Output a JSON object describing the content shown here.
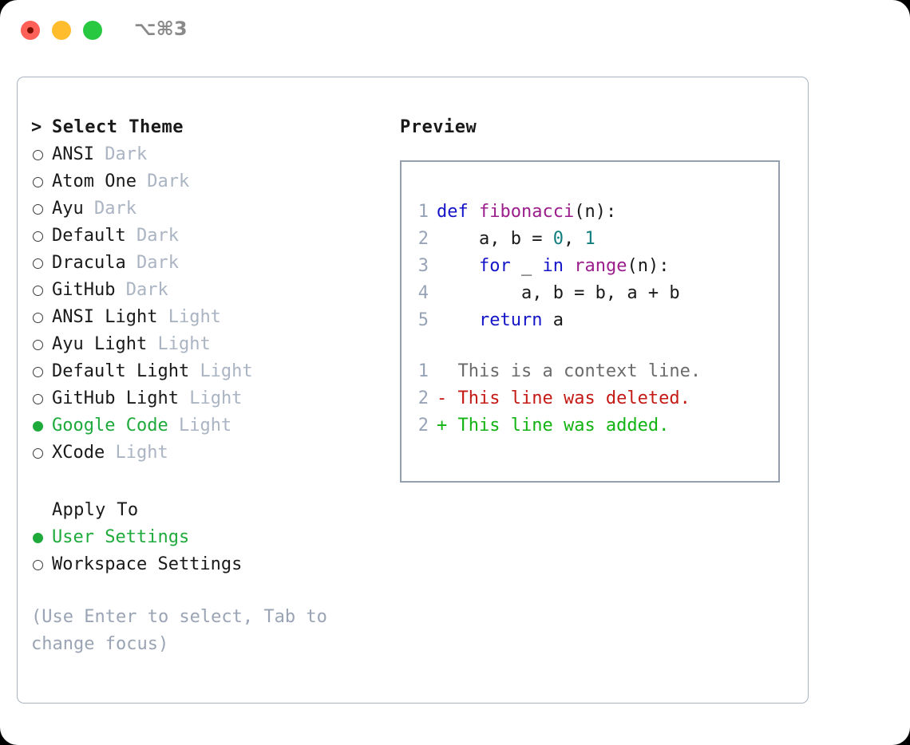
{
  "titlebar": {
    "shortcut": "⌥⌘3",
    "buttons": [
      {
        "name": "close",
        "color": "#ff6058"
      },
      {
        "name": "minimize",
        "color": "#ffbd2e"
      },
      {
        "name": "maximize",
        "color": "#28c840"
      }
    ]
  },
  "theme_picker": {
    "prompt_symbol": ">",
    "title": "Select Theme",
    "items": [
      {
        "marker": "○",
        "name": "ANSI",
        "tag": "Dark",
        "selected": false
      },
      {
        "marker": "○",
        "name": "Atom One",
        "tag": "Dark",
        "selected": false
      },
      {
        "marker": "○",
        "name": "Ayu",
        "tag": "Dark",
        "selected": false
      },
      {
        "marker": "○",
        "name": "Default",
        "tag": "Dark",
        "selected": false
      },
      {
        "marker": "○",
        "name": "Dracula",
        "tag": "Dark",
        "selected": false
      },
      {
        "marker": "○",
        "name": "GitHub",
        "tag": "Dark",
        "selected": false
      },
      {
        "marker": "○",
        "name": "ANSI Light",
        "tag": "Light",
        "selected": false
      },
      {
        "marker": "○",
        "name": "Ayu Light",
        "tag": "Light",
        "selected": false
      },
      {
        "marker": "○",
        "name": "Default Light",
        "tag": "Light",
        "selected": false
      },
      {
        "marker": "○",
        "name": "GitHub Light",
        "tag": "Light",
        "selected": false
      },
      {
        "marker": "●",
        "name": "Google Code",
        "tag": "Light",
        "selected": true
      },
      {
        "marker": "○",
        "name": "XCode",
        "tag": "Light",
        "selected": false
      }
    ]
  },
  "apply_to": {
    "title": "Apply To",
    "options": [
      {
        "marker": "●",
        "label": "User Settings",
        "selected": true
      },
      {
        "marker": "○",
        "label": "Workspace Settings",
        "selected": false
      }
    ]
  },
  "hint": "(Use Enter to select, Tab to change focus)",
  "preview": {
    "title": "Preview",
    "code_lines": [
      {
        "num": "1",
        "tokens": [
          {
            "t": "def",
            "c": "kw"
          },
          {
            "t": " ",
            "c": "plain"
          },
          {
            "t": "fibonacci",
            "c": "fn"
          },
          {
            "t": "(n):",
            "c": "plain"
          }
        ]
      },
      {
        "num": "2",
        "tokens": [
          {
            "t": "    a, b = ",
            "c": "plain"
          },
          {
            "t": "0",
            "c": "num"
          },
          {
            "t": ", ",
            "c": "plain"
          },
          {
            "t": "1",
            "c": "num"
          }
        ]
      },
      {
        "num": "3",
        "tokens": [
          {
            "t": "    ",
            "c": "plain"
          },
          {
            "t": "for",
            "c": "kw"
          },
          {
            "t": " _ ",
            "c": "plain"
          },
          {
            "t": "in",
            "c": "kw"
          },
          {
            "t": " ",
            "c": "plain"
          },
          {
            "t": "range",
            "c": "fn"
          },
          {
            "t": "(n):",
            "c": "plain"
          }
        ]
      },
      {
        "num": "4",
        "tokens": [
          {
            "t": "        a, b = b, a + b",
            "c": "plain"
          }
        ]
      },
      {
        "num": "5",
        "tokens": [
          {
            "t": "    ",
            "c": "plain"
          },
          {
            "t": "return",
            "c": "kw"
          },
          {
            "t": " a",
            "c": "plain"
          }
        ]
      }
    ],
    "diff_lines": [
      {
        "num": "1",
        "sign": "  ",
        "text": "This is a context line.",
        "kind": "ctx"
      },
      {
        "num": "2",
        "sign": "- ",
        "text": "This line was deleted.",
        "kind": "del"
      },
      {
        "num": "2",
        "sign": "+ ",
        "text": "This line was added.",
        "kind": "add"
      }
    ]
  },
  "colors": {
    "panel_border": "#aab4c2",
    "preview_border": "#94a0b0",
    "selected_green": "#1faa3c",
    "tag_gray": "#aab4c2",
    "hint_gray": "#9aa4b4",
    "keyword_blue": "#1414c8",
    "function_magenta": "#9c1d8c",
    "number_teal": "#127d7d",
    "diff_delete_red": "#c41a16",
    "diff_add_green": "#12b312",
    "line_number": "#97a3b6"
  }
}
